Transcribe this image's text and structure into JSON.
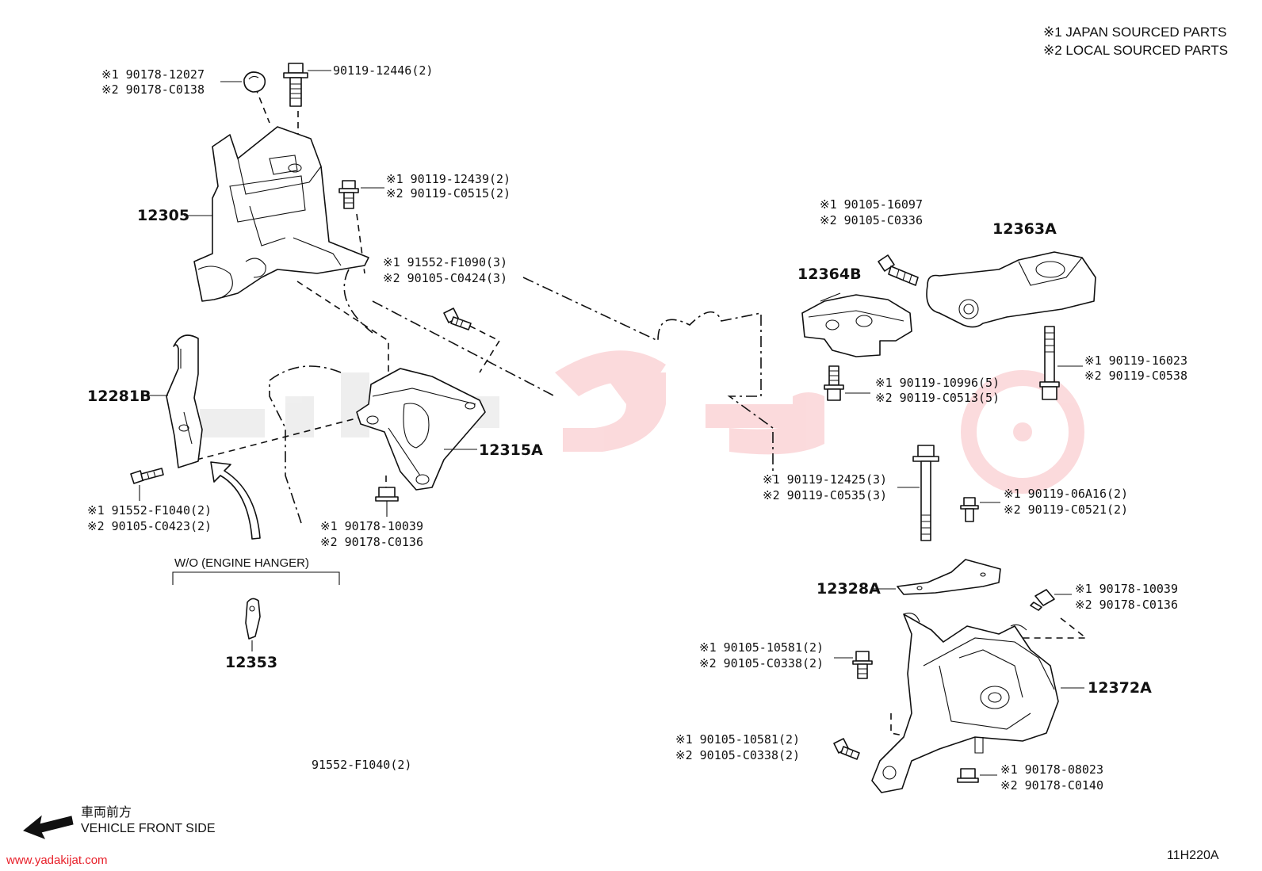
{
  "legend": {
    "line1": "※1 JAPAN SOURCED PARTS",
    "line2": "※2 LOCAL SOURCED PARTS"
  },
  "callouts": {
    "nut_top_1": "※1 90178-12027",
    "nut_top_2": "※2 90178-C0138",
    "bolt_top": "90119-12446(2)",
    "bolt_12305_1": "※1 90119-12439(2)",
    "bolt_12305_2": "※2 90119-C0515(2)",
    "bolt_center_1": "※1 91552-F1090(3)",
    "bolt_center_2": "※2 90105-C0424(3)",
    "bolt_left_1": "※1 91552-F1040(2)",
    "bolt_left_2": "※2 90105-C0423(2)",
    "nut_12315_1": "※1 90178-10039",
    "nut_12315_2": "※2 90178-C0136",
    "bolt_12364_top_1": "※1 90105-16097",
    "bolt_12364_top_2": "※2 90105-C0336",
    "bolt_12364_bot_1": "※1 90119-10996(5)",
    "bolt_12364_bot_2": "※2 90119-C0513(5)",
    "bolt_12363_1": "※1 90119-16023",
    "bolt_12363_2": "※2 90119-C0538",
    "bolt_long_1": "※1 90119-12425(3)",
    "bolt_long_2": "※2 90119-C0535(3)",
    "bolt_small_1": "※1 90119-06A16(2)",
    "bolt_small_2": "※2 90119-C0521(2)",
    "nut_12372_1": "※1 90178-10039",
    "nut_12372_2": "※2 90178-C0136",
    "bolt_12372_a_1": "※1 90105-10581(2)",
    "bolt_12372_a_2": "※2 90105-C0338(2)",
    "bolt_12372_b_1": "※1 90105-10581(2)",
    "bolt_12372_b_2": "※2 90105-C0338(2)",
    "nut_12372_bot_1": "※1 90178-08023",
    "nut_12372_bot_2": "※2 90178-C0140",
    "bottom_note": "91552-F1040(2)"
  },
  "part_numbers": {
    "p12305": "12305",
    "p12281B": "12281B",
    "p12315A": "12315A",
    "p12353": "12353",
    "p12364B": "12364B",
    "p12363A": "12363A",
    "p12328A": "12328A",
    "p12372A": "12372A"
  },
  "variant_note": "W/O (ENGINE HANGER)",
  "direction": {
    "japanese": "車両前方",
    "english": "VEHICLE FRONT SIDE"
  },
  "diagram_code": "11H220A",
  "website": "www.yadakijat.com",
  "colors": {
    "watermark_red": "#e8202a",
    "watermark_grey": "#9a9a9a",
    "website_red": "#e8202a",
    "line": "#111111"
  }
}
